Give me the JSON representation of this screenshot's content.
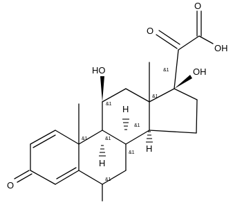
{
  "atoms": {
    "o_ketone": "O",
    "oh_c11": "HO",
    "oh_c17": "OH",
    "o_oxo": "O",
    "o_acid_dbl": "O",
    "oh_acid": "OH",
    "h_c8": "H",
    "h_c9": "H",
    "h_c14": "H"
  },
  "stereo_label": "&1",
  "colors": {
    "ink": "#000000",
    "background": "#ffffff"
  }
}
